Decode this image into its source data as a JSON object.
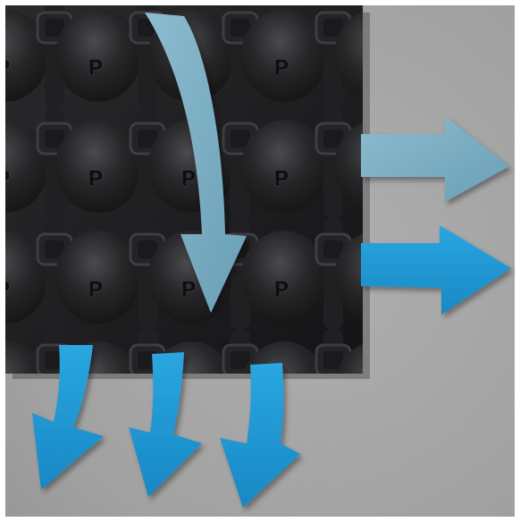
{
  "scene": {
    "subject": "drainage-membrane-on-concrete-wall",
    "membrane_repeated_letter": "P",
    "membrane_columns": 4,
    "membrane_rows": 3
  },
  "colors": {
    "wall_light": "#b9b9b9",
    "wall_dark": "#8e8e8e",
    "membrane_base": "#1c1c1e",
    "membrane_highlight": "#3c3c40",
    "arrow_pale_blue": "#7eafc4",
    "arrow_bright_blue": "#1f9bd8"
  },
  "arrows": [
    {
      "name": "downward-arrow-on-membrane",
      "color": "arrow_pale_blue"
    },
    {
      "name": "right-arrow-upper",
      "color": "arrow_pale_blue"
    },
    {
      "name": "right-arrow-lower",
      "color": "arrow_bright_blue"
    },
    {
      "name": "bottom-arrow-left",
      "color": "arrow_bright_blue"
    },
    {
      "name": "bottom-arrow-middle",
      "color": "arrow_bright_blue"
    },
    {
      "name": "bottom-arrow-right",
      "color": "arrow_bright_blue"
    }
  ]
}
